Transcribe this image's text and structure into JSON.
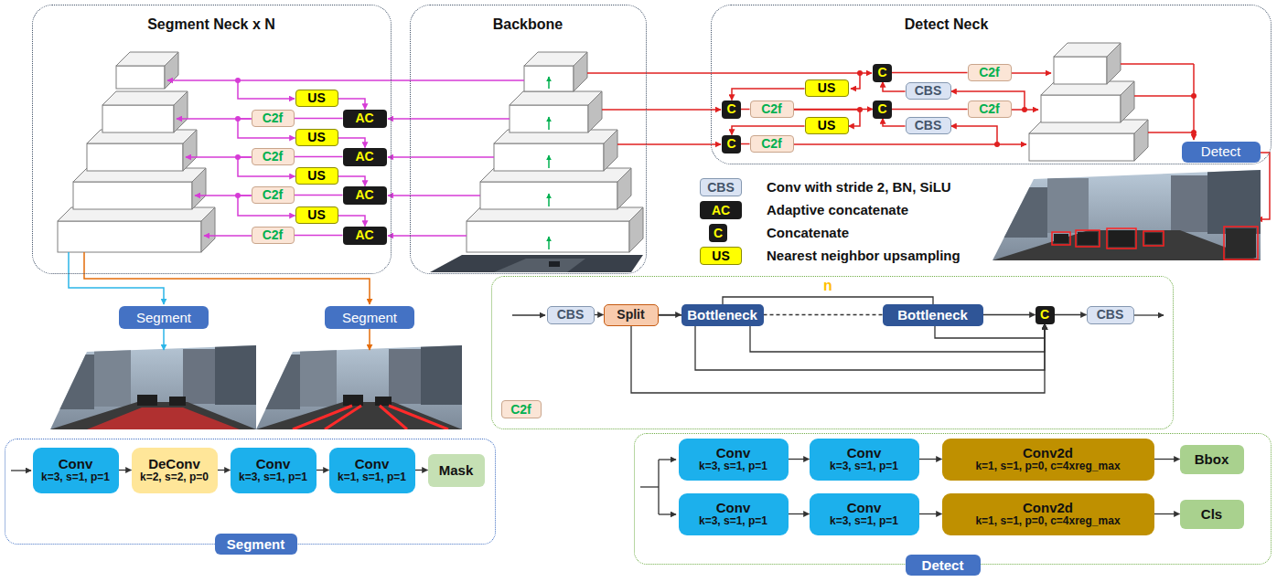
{
  "diagram": {
    "nodes": [
      {
        "text": [
          "Segment Neck x N"
        ]
      },
      {
        "text": [
          "US"
        ],
        "in": 0
      },
      {
        "text": [
          "C2f"
        ],
        "in": 0
      },
      {
        "text": [
          "AC"
        ],
        "in": 0
      },
      {
        "text": [
          "US"
        ],
        "in": 0
      },
      {
        "text": [
          "C2f"
        ],
        "in": 0
      },
      {
        "text": [
          "AC"
        ],
        "in": 0
      },
      {
        "text": [
          "US"
        ],
        "in": 0
      },
      {
        "text": [
          "C2f"
        ],
        "in": 0
      },
      {
        "text": [
          "AC"
        ],
        "in": 0
      },
      {
        "text": [
          "US"
        ],
        "in": 0
      },
      {
        "text": [
          "C2f"
        ],
        "in": 0
      },
      {
        "text": [
          "AC"
        ],
        "in": 0
      },
      {
        "text": [
          "Backbone"
        ]
      },
      {
        "text": [
          "Detect Neck"
        ]
      },
      {
        "text": [
          "C"
        ],
        "in": 14
      },
      {
        "text": [
          "C2f"
        ],
        "in": 14
      },
      {
        "text": [
          "US"
        ],
        "in": 14
      },
      {
        "text": [
          "CBS"
        ],
        "in": 14
      },
      {
        "text": [
          "C"
        ],
        "in": 14
      },
      {
        "text": [
          "C2f"
        ],
        "in": 14
      },
      {
        "text": [
          "US"
        ],
        "in": 14
      },
      {
        "text": [
          "C"
        ],
        "in": 14
      },
      {
        "text": [
          "CBS"
        ],
        "in": 14
      },
      {
        "text": [
          "C2f"
        ],
        "in": 14
      },
      {
        "text": [
          "C"
        ],
        "in": 14
      },
      {
        "text": [
          "C2f"
        ],
        "in": 14
      },
      {
        "text": [
          "Detect"
        ],
        "in": 14
      },
      {
        "text": [
          "Segment"
        ]
      },
      {
        "text": [
          "Segment"
        ]
      },
      {
        "text": [
          "C2f"
        ]
      },
      {
        "text": [
          "CBS"
        ],
        "in": 30
      },
      {
        "text": [
          "Split"
        ],
        "in": 30
      },
      {
        "text": [
          "Bottleneck"
        ],
        "in": 30
      },
      {
        "text": [
          "Bottleneck"
        ],
        "in": 30
      },
      {
        "text": [
          "C"
        ],
        "in": 30
      },
      {
        "text": [
          "CBS"
        ],
        "in": 30
      },
      {
        "text": [
          "Segment"
        ]
      },
      {
        "text": [
          "Conv",
          "k=3, s=1, p=1"
        ],
        "in": 37
      },
      {
        "text": [
          "DeConv",
          "k=2, s=2, p=0"
        ],
        "in": 37
      },
      {
        "text": [
          "Conv",
          "k=3, s=1, p=1"
        ],
        "in": 37
      },
      {
        "text": [
          "Conv",
          "k=1, s=1, p=1"
        ],
        "in": 37
      },
      {
        "text": [
          "Mask"
        ],
        "in": 37
      },
      {
        "text": [
          "Detect"
        ]
      },
      {
        "text": [
          "Conv",
          "k=3, s=1, p=1"
        ],
        "in": 43
      },
      {
        "text": [
          "Conv",
          "k=3, s=1, p=1"
        ],
        "in": 43
      },
      {
        "text": [
          "Conv2d",
          "k=1, s=1, p=0, c=4xreg_max"
        ],
        "in": 43
      },
      {
        "text": [
          "Bbox"
        ],
        "in": 43
      },
      {
        "text": [
          "Conv",
          "k=3, s=1, p=1"
        ],
        "in": 43
      },
      {
        "text": [
          "Conv",
          "k=3, s=1, p=1"
        ],
        "in": 43
      },
      {
        "text": [
          "Conv2d",
          "k=1, s=1, p=0, c=4xreg_max"
        ],
        "in": 43
      },
      {
        "text": [
          "Cls"
        ],
        "in": 43
      }
    ],
    "edges": [
      {
        "from": 1,
        "to": 3,
        "arrow": "to"
      },
      {
        "from": 3,
        "to": 2,
        "arrow": "none"
      },
      {
        "from": 2,
        "to": 4,
        "arrow": "to"
      },
      {
        "from": 4,
        "to": 6,
        "arrow": "to"
      },
      {
        "from": 6,
        "to": 5,
        "arrow": "none"
      },
      {
        "from": 5,
        "to": 7,
        "arrow": "to"
      },
      {
        "from": 7,
        "to": 9,
        "arrow": "to"
      },
      {
        "from": 9,
        "to": 8,
        "arrow": "none"
      },
      {
        "from": 8,
        "to": 10,
        "arrow": "to"
      },
      {
        "from": 10,
        "to": 12,
        "arrow": "to"
      },
      {
        "from": 12,
        "to": 11,
        "arrow": "none"
      },
      {
        "from": 17,
        "to": 19,
        "arrow": "to"
      },
      {
        "from": 19,
        "to": 20,
        "arrow": "none"
      },
      {
        "from": 20,
        "to": 22,
        "arrow": "to"
      },
      {
        "from": 20,
        "to": 21,
        "arrow": "to"
      },
      {
        "from": 21,
        "to": 25,
        "arrow": "to"
      },
      {
        "from": 25,
        "to": 26,
        "arrow": "none"
      },
      {
        "from": 26,
        "to": 23,
        "arrow": "to"
      },
      {
        "from": 23,
        "to": 22,
        "arrow": "to"
      },
      {
        "from": 22,
        "to": 24,
        "arrow": "none"
      },
      {
        "from": 24,
        "to": 18,
        "arrow": "to"
      },
      {
        "from": 18,
        "to": 15,
        "arrow": "to"
      },
      {
        "from": 15,
        "to": 16,
        "arrow": "none"
      },
      {
        "from": 31,
        "to": 32,
        "arrow": "to"
      },
      {
        "from": 32,
        "to": 33,
        "arrow": "to"
      },
      {
        "from": 33,
        "to": 34,
        "arrow": "none"
      },
      {
        "from": 34,
        "to": 35,
        "arrow": "to"
      },
      {
        "from": 32,
        "to": 35,
        "arrow": "to"
      },
      {
        "from": 32,
        "to": 35,
        "arrow": "to"
      },
      {
        "from": 33,
        "to": 35,
        "arrow": "to"
      },
      {
        "from": 34,
        "to": 35,
        "arrow": "to"
      },
      {
        "from": 35,
        "to": 36,
        "arrow": "to"
      },
      {
        "from": 38,
        "to": 39,
        "arrow": "to"
      },
      {
        "from": 39,
        "to": 40,
        "arrow": "to"
      },
      {
        "from": 40,
        "to": 41,
        "arrow": "to"
      },
      {
        "from": 41,
        "to": 42,
        "arrow": "to"
      },
      {
        "from": 44,
        "to": 45,
        "arrow": "to"
      },
      {
        "from": 45,
        "to": 46,
        "arrow": "to"
      },
      {
        "from": 46,
        "to": 47,
        "arrow": "to"
      },
      {
        "from": 48,
        "to": 49,
        "arrow": "to"
      },
      {
        "from": 49,
        "to": 50,
        "arrow": "to"
      },
      {
        "from": 50,
        "to": 51,
        "arrow": "to"
      }
    ],
    "labels": [
      "n",
      "CBS",
      "AC",
      "C",
      "US"
    ],
    "legend": [
      {
        "text": "Conv with stride 2, BN, SiLU",
        "color": "#dae3f3"
      },
      {
        "text": "Adaptive concatenate",
        "color": "#1a1a1a"
      },
      {
        "text": "Concatenate",
        "color": "#1a1a1a"
      },
      {
        "text": "Nearest neighbor upsampling",
        "color": "#ffff00"
      }
    ]
  }
}
